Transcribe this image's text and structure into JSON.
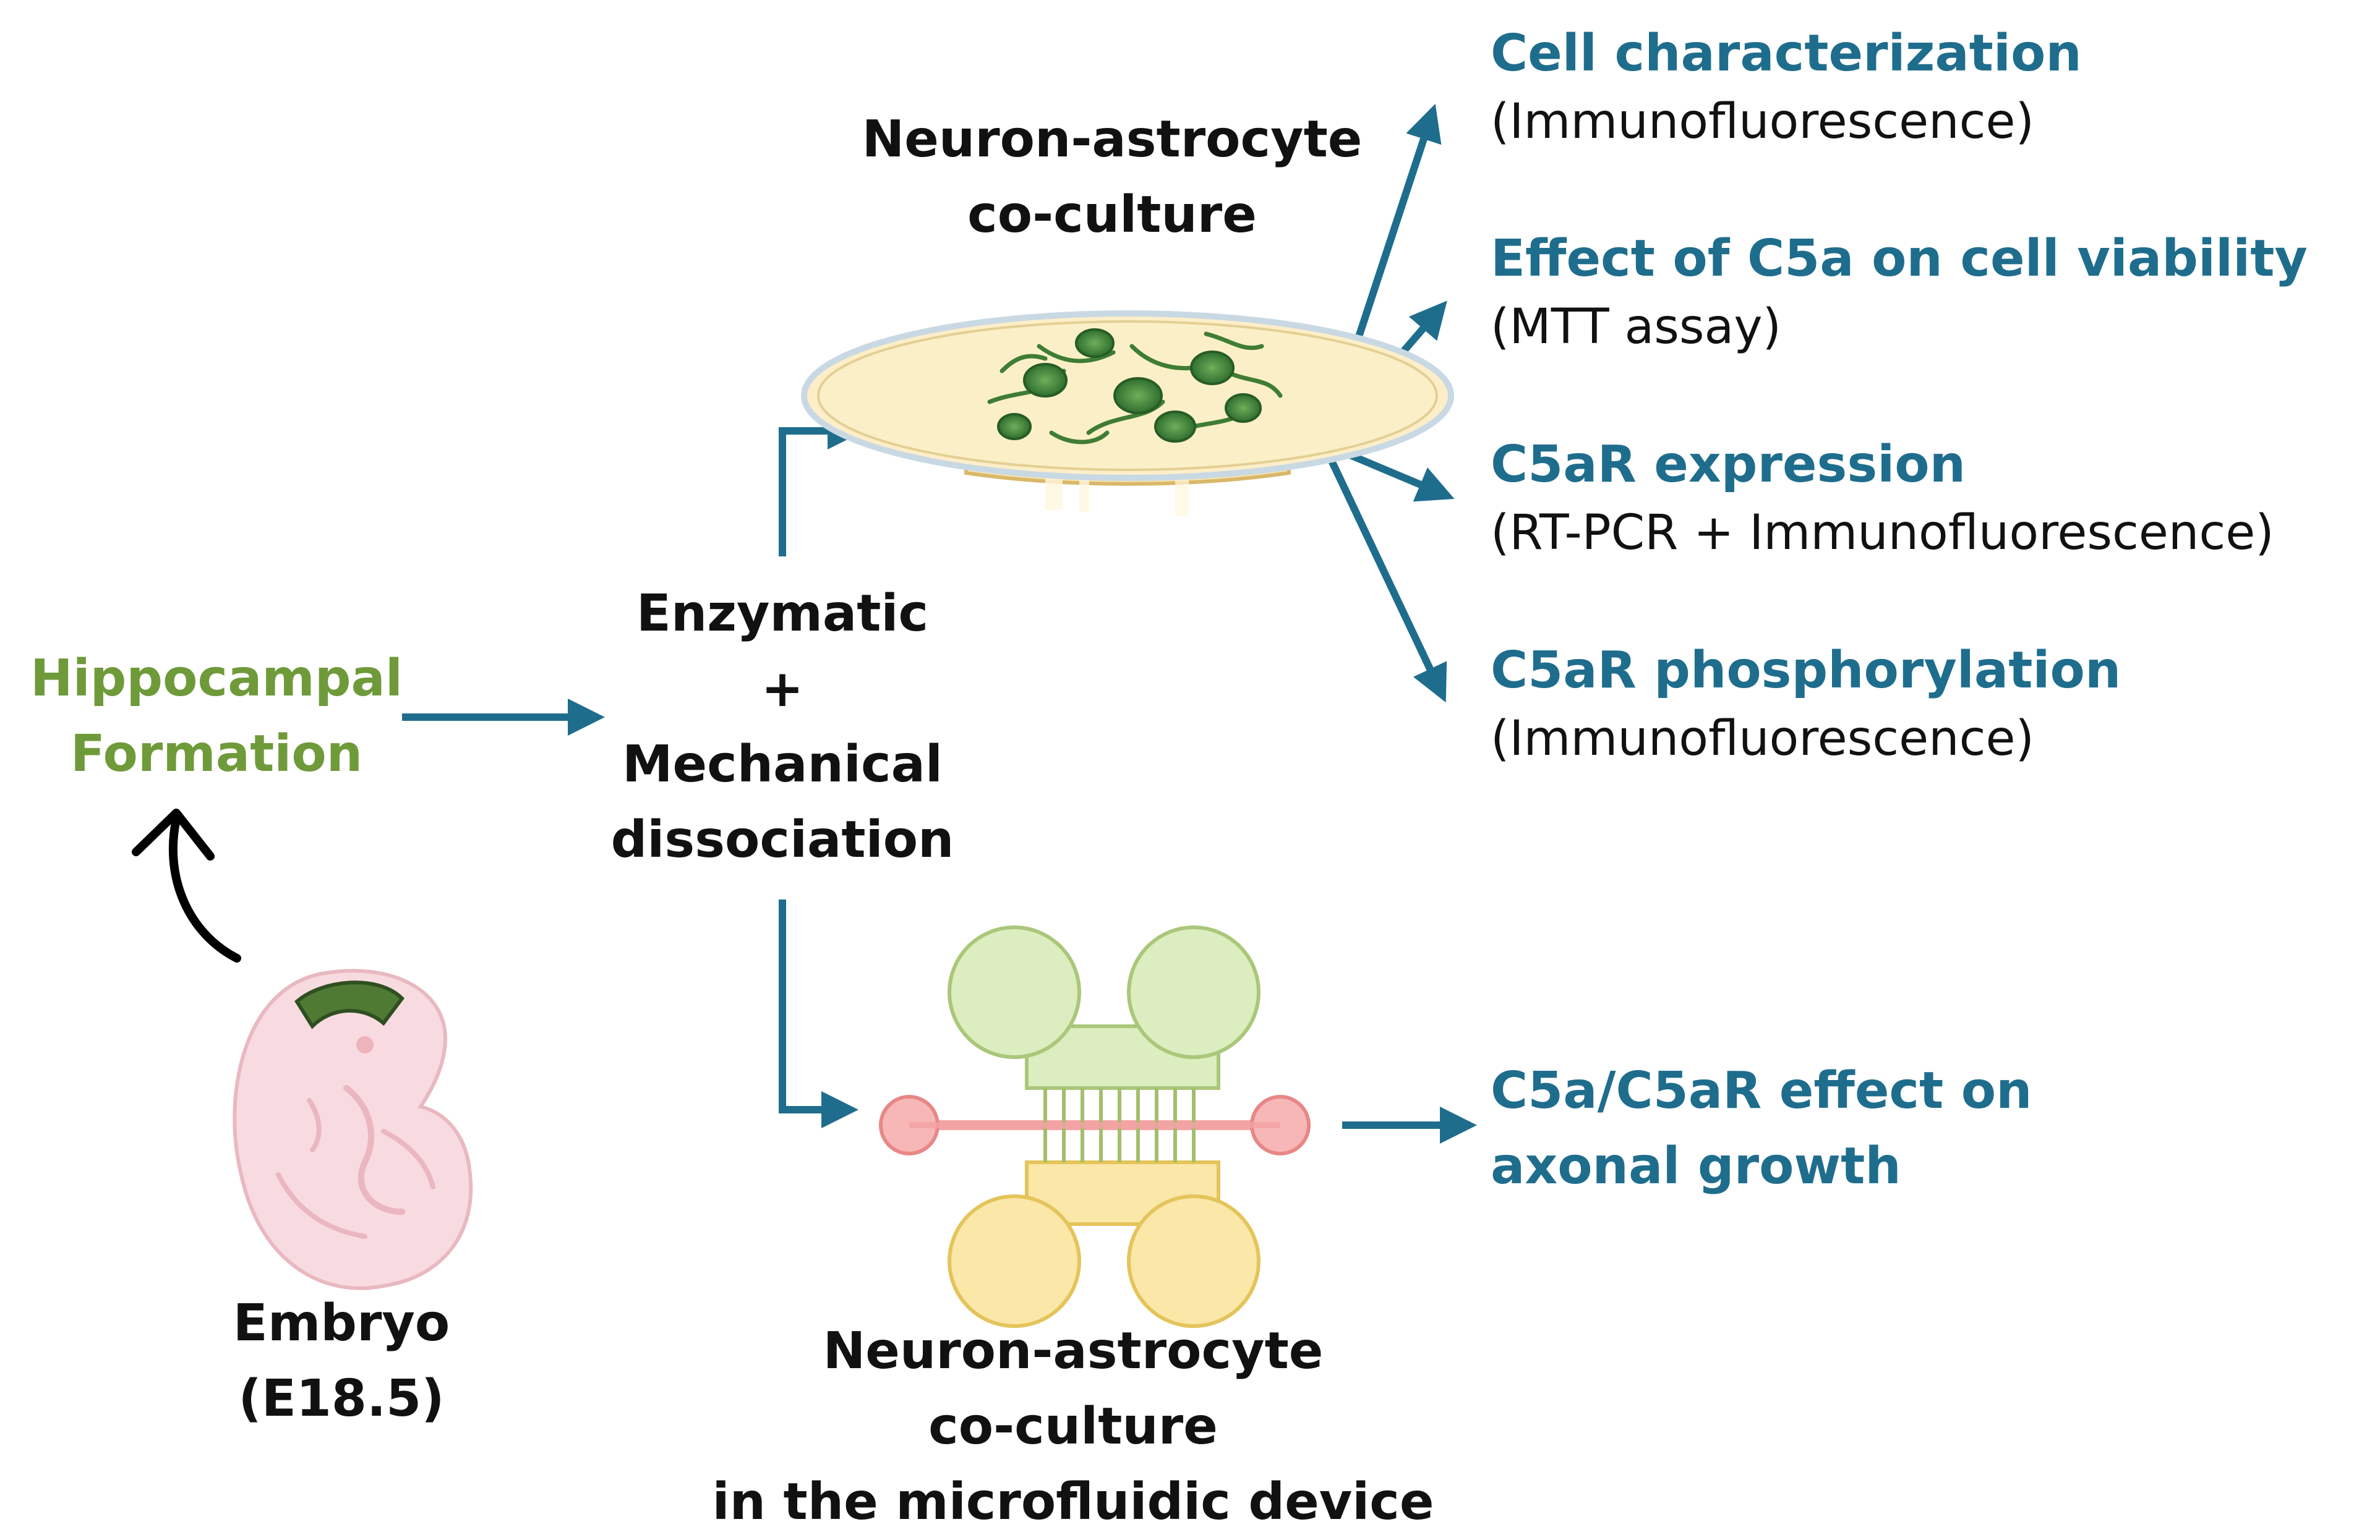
{
  "labels": {
    "hippocampal_formation": [
      "Hippocampal",
      "Formation"
    ],
    "embryo": [
      "Embryo",
      "(E18.5)"
    ],
    "dissociation": [
      "Enzymatic",
      "+",
      "Mechanical",
      "dissociation"
    ],
    "coculture_top": [
      "Neuron-astrocyte",
      "co-culture"
    ],
    "coculture_bottom": [
      "Neuron-astrocyte",
      "co-culture",
      "in the microfluidic device"
    ]
  },
  "outcomes": [
    {
      "title": "Cell characterization",
      "method": "(Immunofluorescence)"
    },
    {
      "title": "Effect of C5a on cell viability",
      "method": "(MTT assay)"
    },
    {
      "title": "C5aR expression",
      "method": "(RT-PCR + Immunofluorescence)"
    },
    {
      "title": "C5aR phosphorylation",
      "method": "(Immunofluorescence)"
    }
  ],
  "axonal_outcome": [
    "C5a/C5aR effect on",
    "axonal growth"
  ],
  "colors": {
    "arrow": "#1f6d8d",
    "label_green": "#6f9a3a",
    "outcome_teal": "#1f6d8d",
    "text_dark": "#111111",
    "embryo": "#f6d3d8",
    "hippocampus": "#4f7a34",
    "dish_media": "#fbe7b5",
    "cells": "#3f8a3c",
    "chip_green": "#cfe6a8",
    "chip_red": "#f4a3a3",
    "chip_yellow": "#f9df8c"
  }
}
